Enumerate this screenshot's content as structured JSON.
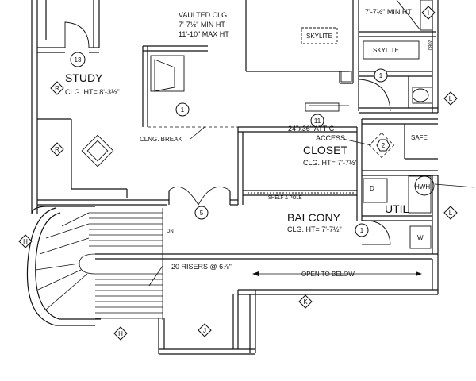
{
  "labels": {
    "vaulted_line1": "VAULTED CLG.",
    "vaulted_line2": "7'-7½\" MIN HT",
    "vaulted_line3": "11'-10\" MAX HT",
    "skylite_left": "SKYLITE",
    "skylite_right": "SKYLITE",
    "top_right_height": "7'-7½\" MIN HT",
    "study_title": "STUDY",
    "study_ceiling": "CLG. HT= 8'-3½\"",
    "ceiling_break": "CLNG. BREAK",
    "attic_line1": "24\"x36\" ATTIC",
    "attic_line2": "ACCESS",
    "closet_title": "CLOSET",
    "closet_ceiling": "CLG. HT= 7'-7½\"",
    "safe": "SAFE",
    "shelf_pole": "SHELF & POLE",
    "util_title": "UTIL",
    "hwh": "HWH",
    "dryer": "D",
    "washer": "W",
    "balcony_title": "BALCONY",
    "balcony_ceiling": "CLG. HT= 7'-7½\"",
    "risers": "20 RISERS @ 6⅞\"",
    "open_to_below": "OPEN TO BELOW",
    "stair_dn": "DN",
    "vertical_note": "2080"
  },
  "tags": {
    "circle_13": "13",
    "circle_1_window": "1",
    "circle_1_bath": "1",
    "circle_11": "11",
    "circle_5": "5",
    "circle_1_balcony": "1",
    "hex_2": "2",
    "diamond_R_upper": "R",
    "diamond_R_lower": "R",
    "diamond_H_left": "H",
    "diamond_H_bottom": "H",
    "diamond_J": "J",
    "diamond_K": "K",
    "diamond_L_upper": "L",
    "diamond_L_lower": "L",
    "diamond_I": "I"
  },
  "colors": {
    "line": "#111111",
    "wall_fill": "#ffffff",
    "background": "#ffffff"
  }
}
